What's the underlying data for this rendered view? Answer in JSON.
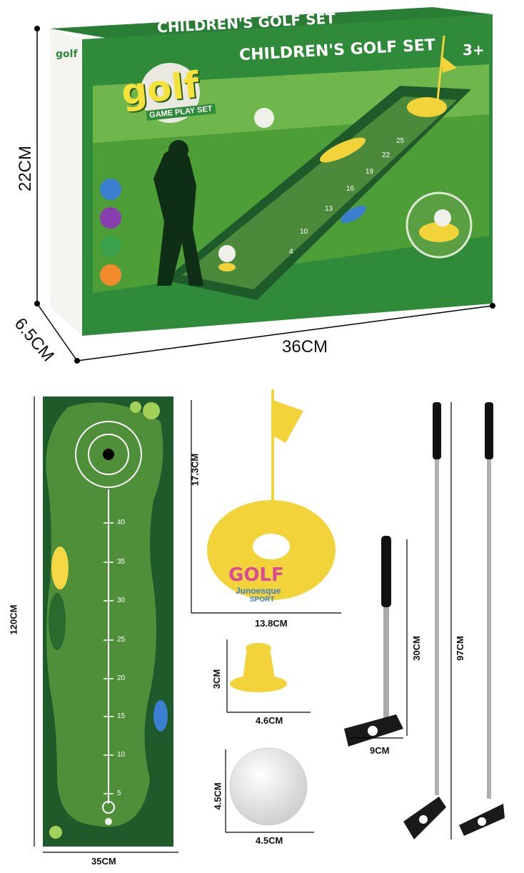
{
  "box": {
    "title": "CHILDREN'S GOLF SET",
    "top_title": "CHILDREN'S GOLF SET",
    "age": "3+",
    "logo_word": "golf",
    "logo_sub": "GAME PLAY SET",
    "side_logo": "golf",
    "mat_numbers": [
      "4",
      "10",
      "13",
      "16",
      "19",
      "22",
      "25"
    ]
  },
  "dimensions": {
    "box_height": "22CM",
    "box_depth": "6.5CM",
    "box_width": "36CM",
    "mat_length": "120CM",
    "mat_width": "35CM",
    "hole_height": "17.3CM",
    "hole_width": "13.8CM",
    "tee_height": "3CM",
    "tee_width": "4.6CM",
    "ball_height": "4.5CM",
    "ball_width": "4.5CM",
    "putter_length": "30CM",
    "putter_head": "9CM",
    "club_length": "97CM"
  },
  "mat": {
    "marks": [
      "40",
      "35",
      "30",
      "25",
      "20",
      "15",
      "10",
      "5"
    ]
  },
  "hole": {
    "logo_word": "GOLF",
    "logo_sub1": "Junoesque",
    "logo_sub2": "SPORT"
  },
  "colors": {
    "grass_dark": "#1e5a2a",
    "grass_light": "#4f8f3a",
    "box_green": "#1f7a2e",
    "yellow": "#f2d43a",
    "accent_yellow": "#f5e33c"
  }
}
